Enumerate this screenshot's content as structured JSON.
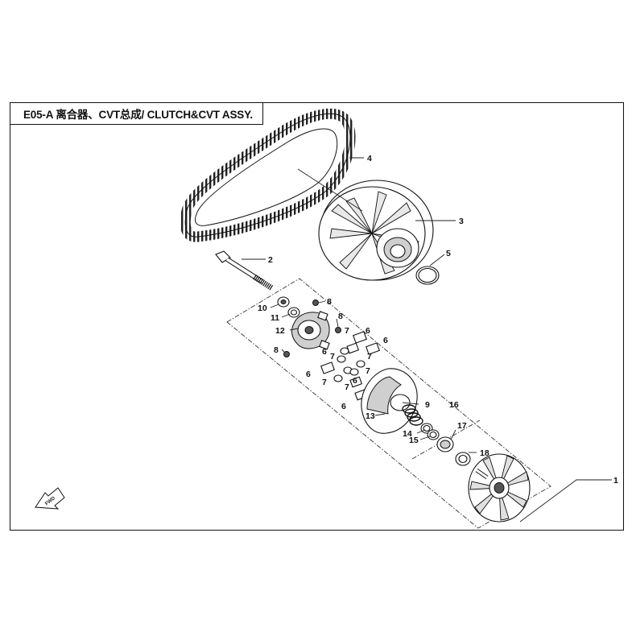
{
  "title": "E05-A 离合器、CVT总成/ CLUTCH&CVT ASSY.",
  "fwd_label": "FWD",
  "callouts": [
    {
      "id": "c1",
      "text": "1"
    },
    {
      "id": "c2",
      "text": "2"
    },
    {
      "id": "c3",
      "text": "3"
    },
    {
      "id": "c4",
      "text": "4"
    },
    {
      "id": "c5",
      "text": "5"
    },
    {
      "id": "c6a",
      "text": "6"
    },
    {
      "id": "c6b",
      "text": "6"
    },
    {
      "id": "c6c",
      "text": "6"
    },
    {
      "id": "c6d",
      "text": "6"
    },
    {
      "id": "c6e",
      "text": "6"
    },
    {
      "id": "c6f",
      "text": "6"
    },
    {
      "id": "c7a",
      "text": "7"
    },
    {
      "id": "c7b",
      "text": "7"
    },
    {
      "id": "c7c",
      "text": "7"
    },
    {
      "id": "c7d",
      "text": "7"
    },
    {
      "id": "c7e",
      "text": "7"
    },
    {
      "id": "c7f",
      "text": "7"
    },
    {
      "id": "c8a",
      "text": "8"
    },
    {
      "id": "c8b",
      "text": "8"
    },
    {
      "id": "c8c",
      "text": "8"
    },
    {
      "id": "c9",
      "text": "9"
    },
    {
      "id": "c10",
      "text": "10"
    },
    {
      "id": "c11",
      "text": "11"
    },
    {
      "id": "c12",
      "text": "12"
    },
    {
      "id": "c13",
      "text": "13"
    },
    {
      "id": "c14",
      "text": "14"
    },
    {
      "id": "c15",
      "text": "15"
    },
    {
      "id": "c16",
      "text": "16"
    },
    {
      "id": "c17",
      "text": "17"
    },
    {
      "id": "c18",
      "text": "18"
    }
  ]
}
